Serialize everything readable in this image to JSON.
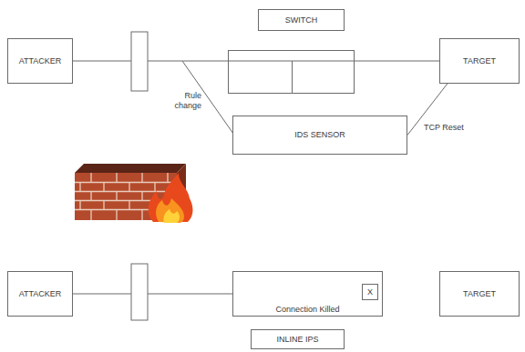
{
  "diagram": {
    "nodes": [
      {
        "text": [
          "SWITCH"
        ]
      },
      {
        "text": [
          "ATTACKER"
        ]
      },
      {
        "text": [
          "TARGET"
        ]
      },
      {
        "text": [
          "IDS SENSOR"
        ]
      },
      {
        "text": [
          "ATTACKER"
        ]
      },
      {
        "text": [
          "Connection Killed"
        ]
      },
      {
        "text": [
          "X"
        ],
        "in": 5
      },
      {
        "text": [
          "TARGET"
        ]
      },
      {
        "text": [
          "INLINE IPS"
        ]
      }
    ],
    "edges": [
      {
        "from": 1,
        "to": 2,
        "arrow": "none"
      },
      {
        "from": 3,
        "to": 2,
        "label": "TCP Reset",
        "arrow": "none"
      },
      {
        "from": 4,
        "to": 5,
        "arrow": "none"
      }
    ],
    "labels": [
      "Rule change"
    ]
  }
}
